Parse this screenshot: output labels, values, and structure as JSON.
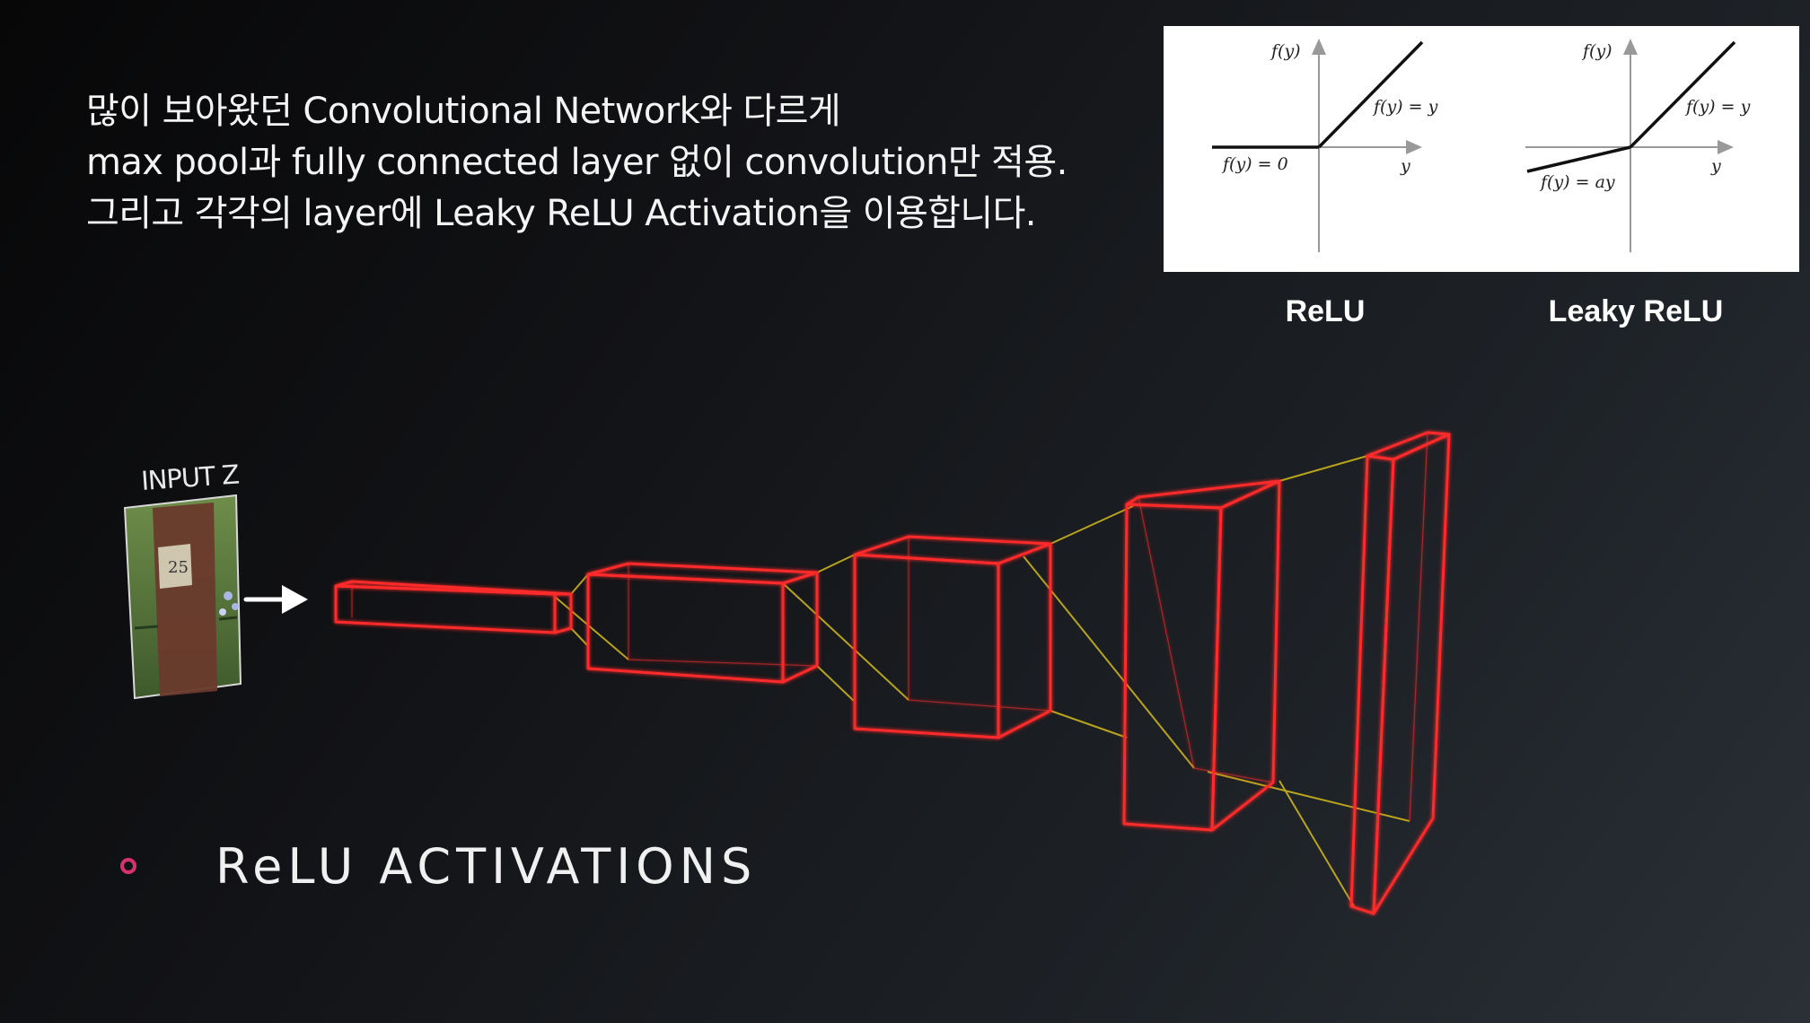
{
  "intro": {
    "lines": [
      "많이 보아왔던 Convolutional Network와 다르게",
      "max pool과 fully connected layer 없이 convolution만 적용.",
      "그리고 각각의 layer에 Leaky ReLU Activation을 이용합니다."
    ]
  },
  "graphs": {
    "relu": {
      "caption": "ReLU",
      "y_axis_label": "f(y)",
      "x_axis_label": "y",
      "positive_label": "f(y) = y",
      "negative_label": "f(y) = 0"
    },
    "leaky_relu": {
      "caption": "Leaky ReLU",
      "y_axis_label": "f(y)",
      "x_axis_label": "y",
      "positive_label": "f(y) = y",
      "negative_label": "f(y) = ay"
    }
  },
  "network": {
    "input_label": "INPUT Z",
    "input_sign_text": "25",
    "arrow_color": "#ffffff",
    "layer_color": "#ff2a2a",
    "connector_color": "#c9b21d"
  },
  "bullet": {
    "text": "ReLU ACTIVATIONS",
    "dot_color": "#d6336c"
  }
}
